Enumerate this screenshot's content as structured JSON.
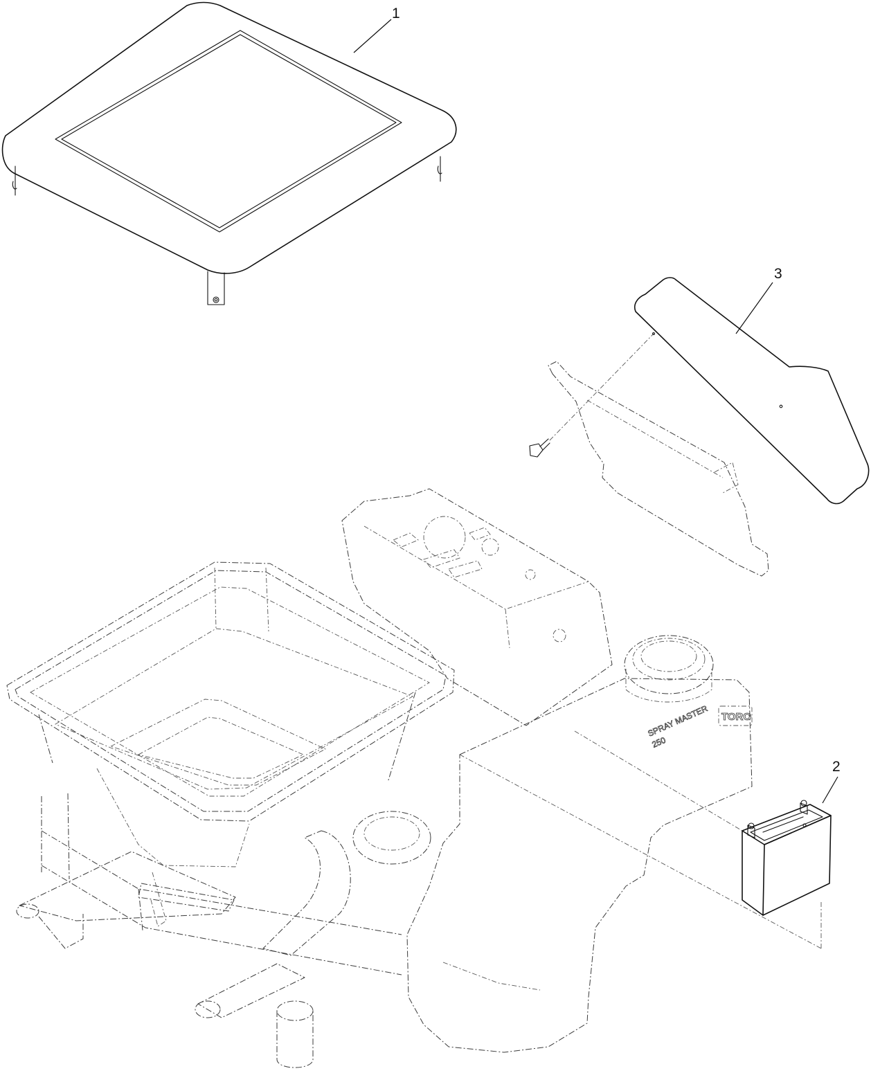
{
  "diagram": {
    "callouts": [
      {
        "id": "1",
        "label": "1"
      },
      {
        "id": "2",
        "label": "2"
      },
      {
        "id": "3",
        "label": "3"
      }
    ],
    "decals": {
      "brand": "TORO",
      "model_line1": "SPRAY MASTER",
      "model_line2": "250"
    }
  }
}
